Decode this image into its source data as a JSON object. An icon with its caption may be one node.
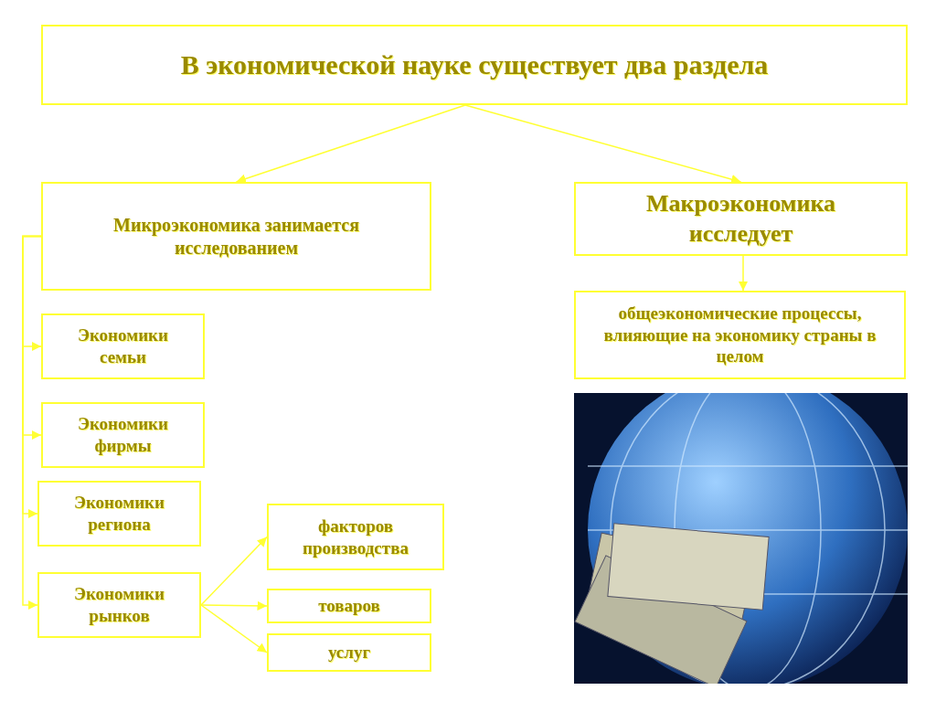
{
  "diagram": {
    "nodes": [
      {
        "text": [
          "В экономической науке существует два раздела"
        ]
      },
      {
        "text": [
          "Микроэкономика занимается исследованием"
        ]
      },
      {
        "text": [
          "Макроэкономика исследует"
        ]
      },
      {
        "text": [
          "общеэкономические процессы, влияющие на экономику страны в целом"
        ]
      },
      {
        "text": [
          "Экономики семьи"
        ]
      },
      {
        "text": [
          "Экономики фирмы"
        ]
      },
      {
        "text": [
          "Экономики региона"
        ]
      },
      {
        "text": [
          "Экономики рынков"
        ]
      },
      {
        "text": [
          "факторов производства"
        ]
      },
      {
        "text": [
          "товаров"
        ]
      },
      {
        "text": [
          "услуг"
        ]
      }
    ],
    "edges": [
      {
        "from": 0,
        "to": 1,
        "arrow": "to"
      },
      {
        "from": 0,
        "to": 2,
        "arrow": "to"
      },
      {
        "from": 2,
        "to": 3,
        "arrow": "to"
      },
      {
        "from": 1,
        "to": 4,
        "arrow": "to"
      },
      {
        "from": 1,
        "to": 5,
        "arrow": "to"
      },
      {
        "from": 1,
        "to": 6,
        "arrow": "to"
      },
      {
        "from": 1,
        "to": 7,
        "arrow": "to"
      },
      {
        "from": 7,
        "to": 8,
        "arrow": "to"
      },
      {
        "from": 7,
        "to": 9,
        "arrow": "to"
      },
      {
        "from": 7,
        "to": 10,
        "arrow": "to"
      }
    ]
  }
}
